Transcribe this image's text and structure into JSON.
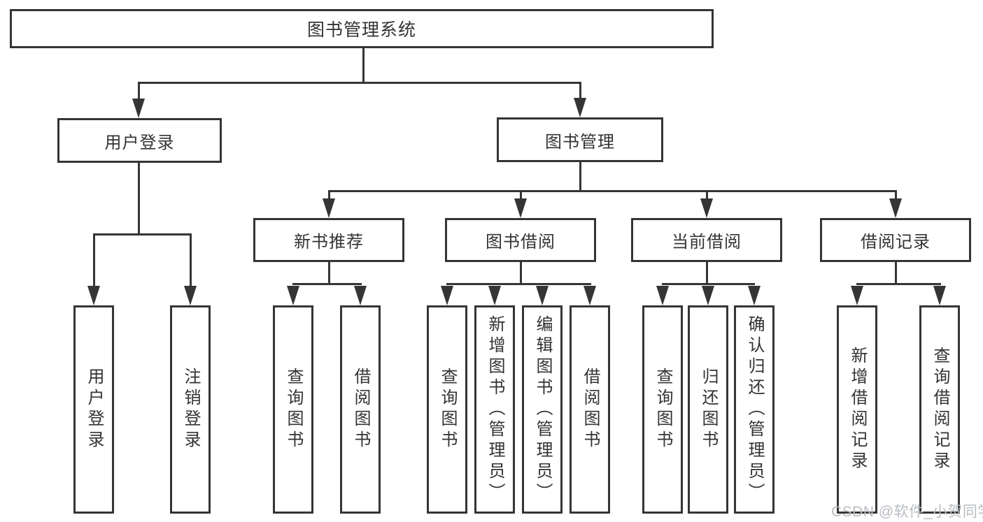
{
  "tree": {
    "label": "图书管理系统",
    "children": [
      {
        "label": "用户登录",
        "children": [
          {
            "label": "用户登录"
          },
          {
            "label": "注销登录"
          }
        ]
      },
      {
        "label": "图书管理",
        "children": [
          {
            "label": "新书推荐",
            "children": [
              {
                "label": "查询图书"
              },
              {
                "label": "借阅图书"
              }
            ]
          },
          {
            "label": "图书借阅",
            "children": [
              {
                "label": "查询图书"
              },
              {
                "label": "新增图书（管理员）"
              },
              {
                "label": "编辑图书（管理员）"
              },
              {
                "label": "借阅图书"
              }
            ]
          },
          {
            "label": "当前借阅",
            "children": [
              {
                "label": "查询图书"
              },
              {
                "label": "归还图书"
              },
              {
                "label": "确认归还（管理员）"
              }
            ]
          },
          {
            "label": "借阅记录",
            "children": [
              {
                "label": "新增借阅记录"
              },
              {
                "label": "查询借阅记录"
              }
            ]
          }
        ]
      }
    ]
  },
  "watermark": {
    "text": "CSDN @软件_小贺同学"
  },
  "colors": {
    "line": "#353535",
    "text": "#333333",
    "watermark": "#b9bdc2",
    "background": "#ffffff"
  }
}
